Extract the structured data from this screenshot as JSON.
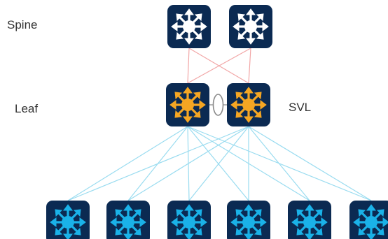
{
  "labels": {
    "spine": "Spine",
    "leaf": "Leaf",
    "svl": "SVL"
  },
  "colors": {
    "tile": "#0b2a52",
    "spine_icon": "#ffffff",
    "leaf_icon": "#f5a623",
    "access_icon": "#1ab2e8",
    "spine_links": "#f2a6a6",
    "access_links": "#9adcf0",
    "svl_ring": "#8a8a8a"
  },
  "nodes": {
    "spine": [
      "spine-switch-1",
      "spine-switch-2"
    ],
    "leaf": [
      "leaf-switch-1",
      "leaf-switch-2"
    ],
    "access": [
      "access-switch-1",
      "access-switch-2",
      "access-switch-3",
      "access-switch-4",
      "access-switch-5",
      "access-switch-6"
    ]
  },
  "icons": {
    "switch": "switch-icon"
  }
}
